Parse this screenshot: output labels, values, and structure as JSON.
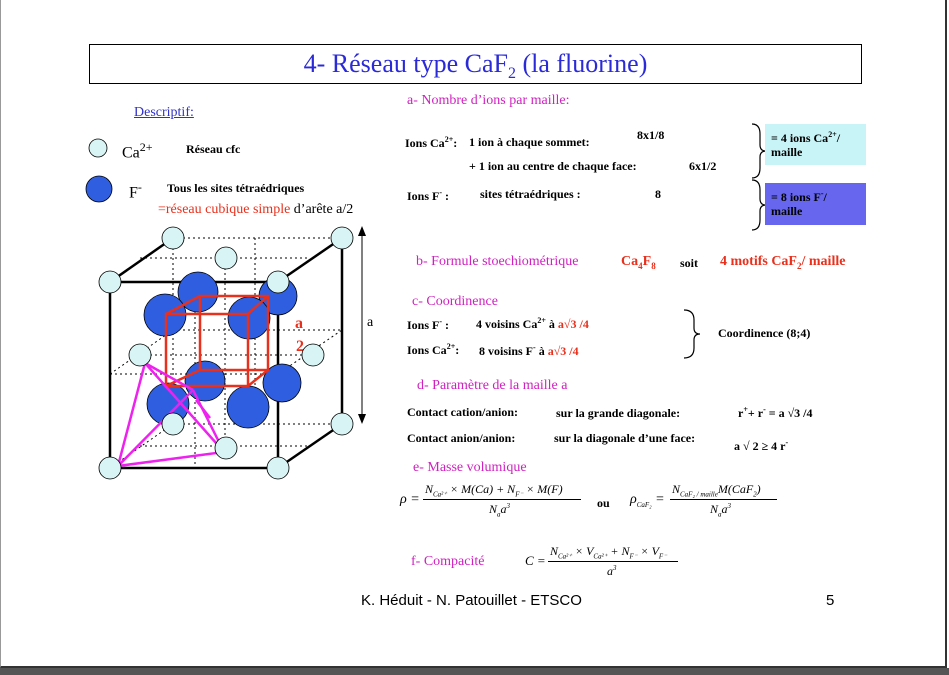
{
  "title": {
    "main": "4- Réseau type CaF",
    "sub": "2",
    "rest": " (la fluorine)"
  },
  "left": {
    "descriptif": "Descriptif:",
    "ca_ion": "Ca",
    "ca_charge": "2+",
    "reseau_cfc": "Réseau cfc",
    "f_ion": "F",
    "f_charge": "-",
    "tetra_sites": "Tous les sites tétraédriques",
    "cubic_simple": "=réseau cubique simple",
    "edge_text": " d’arête a/2",
    "edge_a": "a",
    "inner_a": "a",
    "inner_2": "2",
    "colors": {
      "ca": "#d8f4f4",
      "f": "#2f5fe0",
      "red_cube": "#e8301c",
      "tetra": "#ee22ee"
    }
  },
  "section_a": {
    "heading": "a- Nombre d’ions par maille:",
    "ions_ca_label": "Ions Ca",
    "ions_ca_sup": "2+",
    "ions_ca_colon": ":",
    "sommet": "1 ion à chaque sommet:",
    "sommet_val": "8x1/8",
    "face": "+ 1 ion au centre de chaque face:",
    "face_val": "6x1/2",
    "ions_f_label": "Ions F",
    "ions_f_sup": "-",
    "ions_f_colon": " :",
    "tetra": "sites tétraédriques :",
    "tetra_val": "8",
    "box_ca_line1": "= 4 ions Ca",
    "box_ca_sup": "2+",
    "box_ca_slash": "/",
    "box_ca_line2": "maille",
    "box_f_line1": "= 8 ions F",
    "box_f_sup": "-",
    "box_f_slash": "/",
    "box_f_line2": "maille"
  },
  "section_b": {
    "heading": "b- Formule stoechiométrique",
    "formula_ca": "Ca",
    "formula_4": "4",
    "formula_f": "F",
    "formula_8": "8",
    "soit": "soit",
    "motifs": "4 motifs CaF",
    "motifs_sub": "2",
    "motifs_end": "/ maille"
  },
  "section_c": {
    "heading": "c- Coordinence",
    "f_label": "Ions F",
    "f_sup": "-",
    "f_colon": " :",
    "f_text": "4 voisins Ca",
    "f_text_sup": "2+",
    "f_text_a": " à ",
    "f_dist": "a√3 /4",
    "ca_label": "Ions Ca",
    "ca_sup": "2+",
    "ca_colon": ":",
    "ca_text": "8 voisins F",
    "ca_text_sup": "-",
    "ca_text_a": " à ",
    "ca_dist": "a√3 /4",
    "coord": "Coordinence (8;4)"
  },
  "section_d": {
    "heading": "d- Paramètre de la maille a",
    "contact1": "Contact cation/anion:",
    "diag1": "sur la grande diagonale:",
    "eq1_r": "r",
    "eq1_plus": "+",
    "eq1_mid": "+ r",
    "eq1_minus": "-",
    "eq1_end": " = a √3 /4",
    "contact2": "Contact anion/anion:",
    "diag2": "sur la diagonale d’une face:",
    "eq2": "a √ 2 ≥ 4 r",
    "eq2_sup": "-"
  },
  "section_e": {
    "heading": "e- Masse volumique",
    "rho": "ρ =",
    "num1": "N",
    "num1_sub": "Ca²⁺",
    "num1_b": " × M(Ca) + N",
    "num1_sub2": "F⁻",
    "num1_c": " × M(F)",
    "den1": "N",
    "den1_sub": "a",
    "den1_b": "a",
    "den1_sup": "3",
    "ou": "ou",
    "rho2": "ρ",
    "rho2_sub": "CaF₂",
    "rho2_eq": " =",
    "num2": "N",
    "num2_sub": "CaF₂ / maille",
    "num2_b": "M(CaF",
    "num2_sub2": "2",
    "num2_c": ")",
    "den2": "N",
    "den2_sub": "a",
    "den2_b": "a",
    "den2_sup": "3"
  },
  "section_f": {
    "heading": "f- Compacité",
    "c": "C =",
    "num": "N",
    "num_sub": "Ca²⁺",
    "num_b": " × V",
    "num_sub2": "Ca²⁺",
    "num_c": " + N",
    "num_sub3": "F⁻",
    "num_d": " × V",
    "num_sub4": "F⁻",
    "den": "a",
    "den_sup": "3"
  },
  "footer": {
    "authors": "K. Héduit - N. Patouillet - ETSCO",
    "page": "5"
  }
}
